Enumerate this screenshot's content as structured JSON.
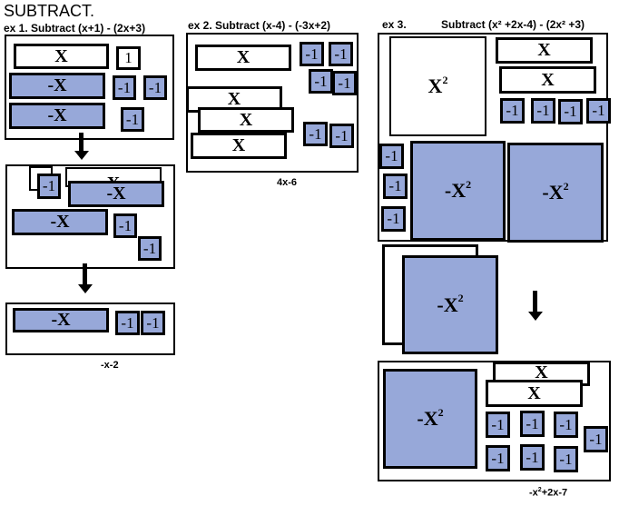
{
  "page": {
    "title": "SUBTRACT."
  },
  "colors": {
    "negative_tile": "#97a8d9",
    "positive_tile": "#ffffff",
    "outline": "#000000"
  },
  "labels": {
    "x": "X",
    "neg_x": "-X",
    "one": "1",
    "neg_one": "-1",
    "x2": "X",
    "neg_x2": "-X",
    "sq": "2"
  },
  "ex1": {
    "heading": "ex 1. Subtract (x+1) - (2x+3)",
    "answer": "-x-2"
  },
  "ex2": {
    "heading": "ex 2. Subtract (x-4) - (-3x+2)",
    "answer": "4x-6"
  },
  "ex3": {
    "heading_num": "ex 3.",
    "heading_text": "Subtract (x² +2x-4) - (2x² +3)",
    "answer_pre": "-x",
    "answer_sup": "2",
    "answer_post": "+2x-7"
  }
}
